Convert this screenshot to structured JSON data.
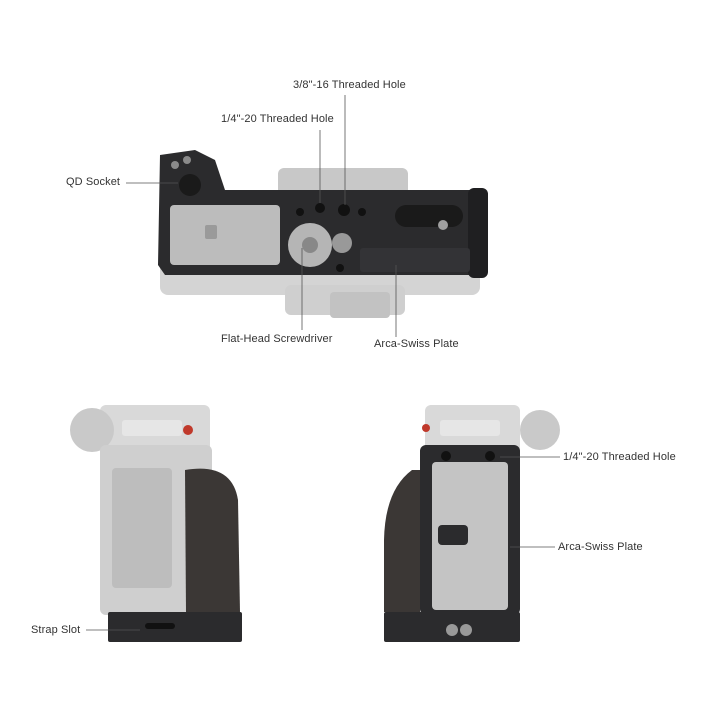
{
  "top_view": {
    "labels": {
      "threaded_hole_3_8": "3/8\"-16 Threaded Hole",
      "threaded_hole_1_4": "1/4\"-20 Threaded Hole",
      "qd_socket": "QD Socket",
      "screwdriver": "Flat-Head Screwdriver",
      "arca_plate": "Arca-Swiss Plate"
    }
  },
  "side_views": {
    "left": {
      "labels": {
        "strap_slot": "Strap Slot"
      }
    },
    "right": {
      "labels": {
        "threaded_hole_1_4": "1/4\"-20 Threaded Hole",
        "arca_plate": "Arca-Swiss Plate"
      }
    }
  },
  "colors": {
    "cage_black": "#2b2b2d",
    "camera_silver": "#c9c9c9",
    "camera_light": "#dcdcdc",
    "wood": "#3b3735",
    "leader_line": "#555555",
    "accent_red": "#c0392b"
  }
}
